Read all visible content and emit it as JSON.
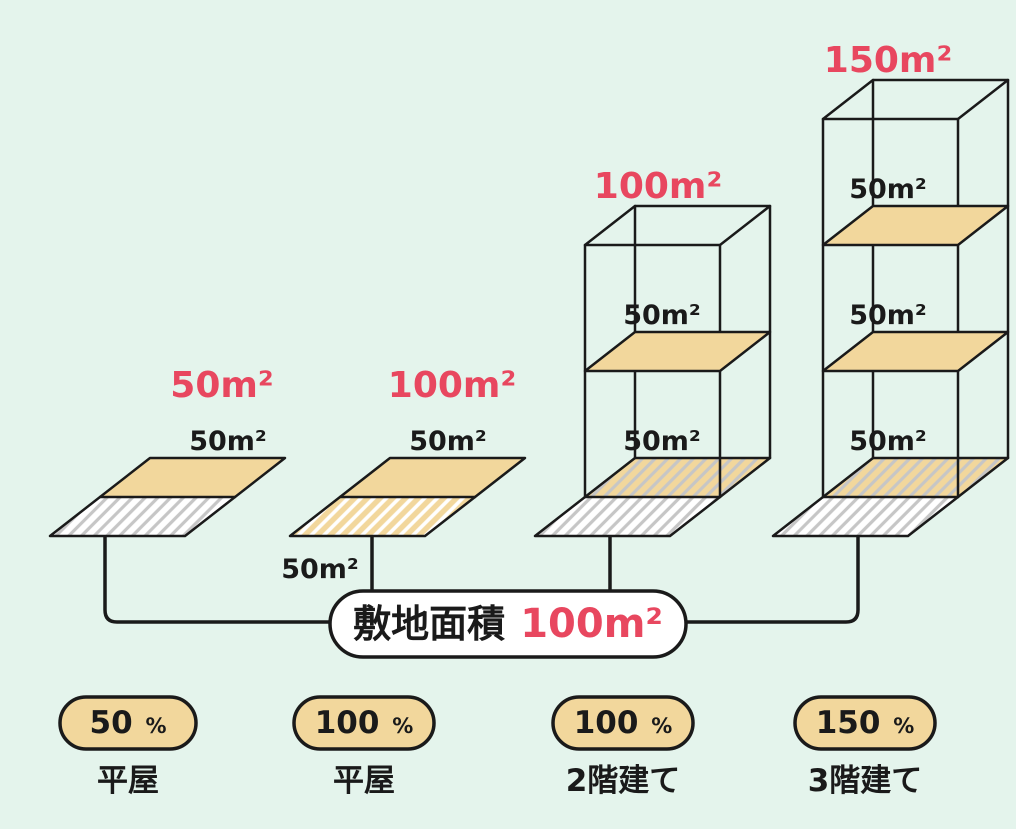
{
  "palette": {
    "background": "#e4f4ec",
    "building_tan": "#f2d79c",
    "accent_red": "#e8475f",
    "ink": "#1a1a1a",
    "hatch_gray": "#c6c6c6",
    "white": "#ffffff"
  },
  "site": {
    "label": "敷地面積",
    "area": "100m²"
  },
  "examples": [
    {
      "total": "50m²",
      "ground": "50m²",
      "ratio": "50",
      "type": "平屋"
    },
    {
      "total": "100m²",
      "back": "50m²",
      "front": "50m²",
      "ratio": "100",
      "type": "平屋"
    },
    {
      "total": "100m²",
      "ground": "50m²",
      "floor2": "50m²",
      "ratio": "100",
      "type": "2階建て"
    },
    {
      "total": "150m²",
      "ground": "50m²",
      "floor2": "50m²",
      "floor3": "50m²",
      "ratio": "150",
      "type": "3階建て"
    }
  ],
  "percent": "%"
}
